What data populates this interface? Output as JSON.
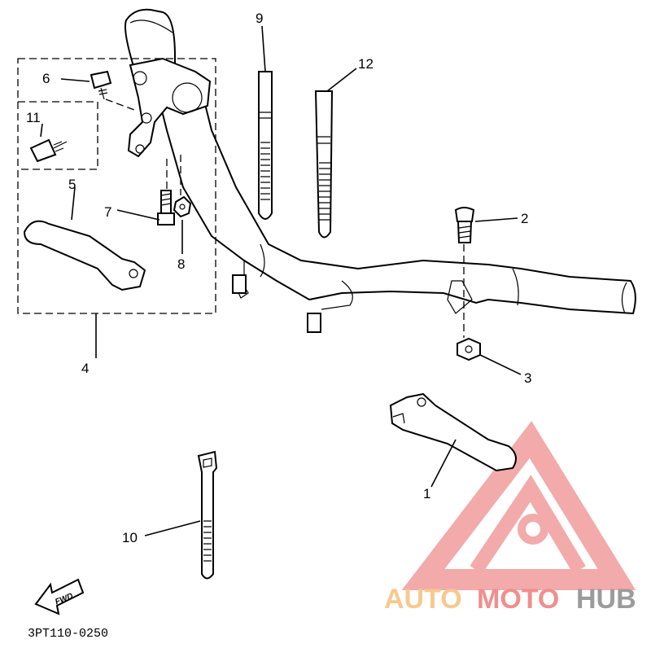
{
  "diagram": {
    "callouts": {
      "c1": "1",
      "c2": "2",
      "c3": "3",
      "c4": "4",
      "c5": "5",
      "c6": "6",
      "c7": "7",
      "c8": "8",
      "c9": "9",
      "c10": "10",
      "c11": "11",
      "c12": "12"
    },
    "direction_label": "FWD",
    "part_code": "3PT110-0250"
  },
  "watermark": {
    "part_a": "AUTO",
    "part_b": "MOTO",
    "part_c": "HUB",
    "colors": {
      "auto": "#f7c98f",
      "moto": "#f08e8e",
      "hub": "#9b9b9b"
    }
  }
}
